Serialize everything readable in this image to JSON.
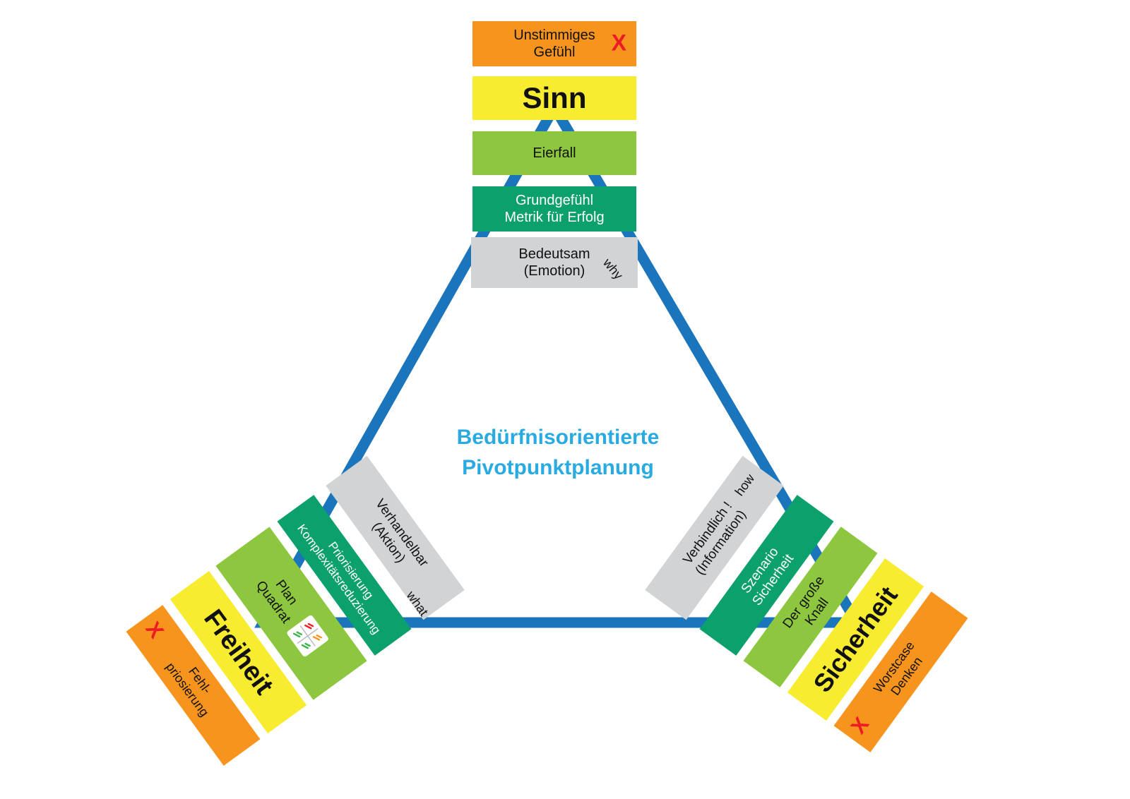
{
  "colors": {
    "triangle_blue": "#1B75BC",
    "title_blue": "#29ABE2",
    "orange": "#F7941E",
    "yellow": "#F8EC31",
    "lime": "#8DC63F",
    "teal": "#0CA06C",
    "gray": "#D1D3D4",
    "red_x": "#ED1C24"
  },
  "center": {
    "title_line1": "Bedürfnisorientierte",
    "title_line2": "Pivotpunktplanung"
  },
  "edge_words": {
    "why": "why",
    "what": "what",
    "how": "how"
  },
  "top": {
    "mismatch": "Unstimmiges\nGefühl",
    "x_mark": "X",
    "need": "Sinn",
    "method": "Eierfall",
    "feeling": "Grundgefühl\nMetrik für Erfolg",
    "quality": "Bedeutsam\n(Emotion)"
  },
  "bottom_left": {
    "x_mark": "X",
    "mismatch": "Fehl-\npriosierung",
    "need": "Freiheit",
    "tool": "Plan\nQuadrat",
    "method": "Priorisierung\nKomplexitätsreduzierung",
    "quality": "Verhandelbar\n(Aktion)"
  },
  "bottom_right": {
    "x_mark": "X",
    "mismatch": "Worstcase\nDenken",
    "need": "Sicherheit",
    "tool": "Der große\nKnall",
    "method": "Szenario\nSicherheit",
    "quality": "Verbindlich !\n(Information)"
  }
}
